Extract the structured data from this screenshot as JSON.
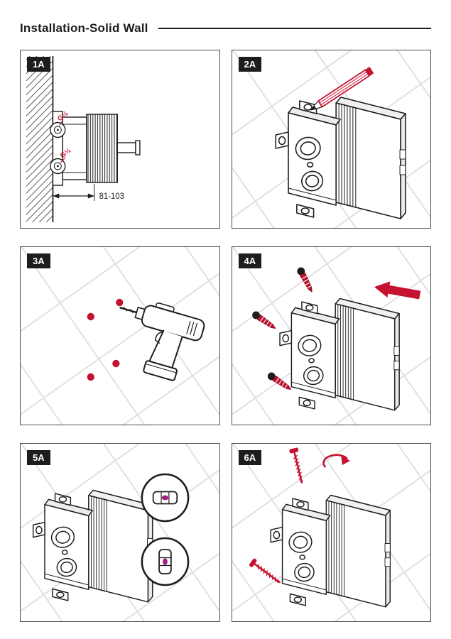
{
  "page": {
    "title": "Installation-Solid Wall"
  },
  "colors": {
    "accent_red": "#C41230",
    "level_bubble_magenta": "#A21E82",
    "line_dark": "#1d1d1b",
    "tile_line_gray": "#e0e0e0"
  },
  "panels": [
    {
      "id": "1A",
      "dimension_label": "81-103",
      "thread_label_top": "G½",
      "thread_label_bottom": "G½",
      "illustrations": [
        "wall-cross-section-hatch",
        "valve-side-view",
        "dimension-arrow"
      ]
    },
    {
      "id": "2A",
      "illustrations": [
        "tiled-wall",
        "concealed-valve-box",
        "marking-pencil"
      ]
    },
    {
      "id": "3A",
      "illustrations": [
        "tiled-wall",
        "power-drill",
        "drill-marks"
      ]
    },
    {
      "id": "4A",
      "illustrations": [
        "tiled-wall",
        "concealed-valve-box",
        "wall-plugs",
        "push-arrow"
      ]
    },
    {
      "id": "5A",
      "illustrations": [
        "tiled-wall",
        "concealed-valve-box",
        "spirit-level-callouts"
      ]
    },
    {
      "id": "6A",
      "illustrations": [
        "tiled-wall",
        "concealed-valve-box",
        "fixing-screws",
        "turn-arrow"
      ]
    }
  ]
}
